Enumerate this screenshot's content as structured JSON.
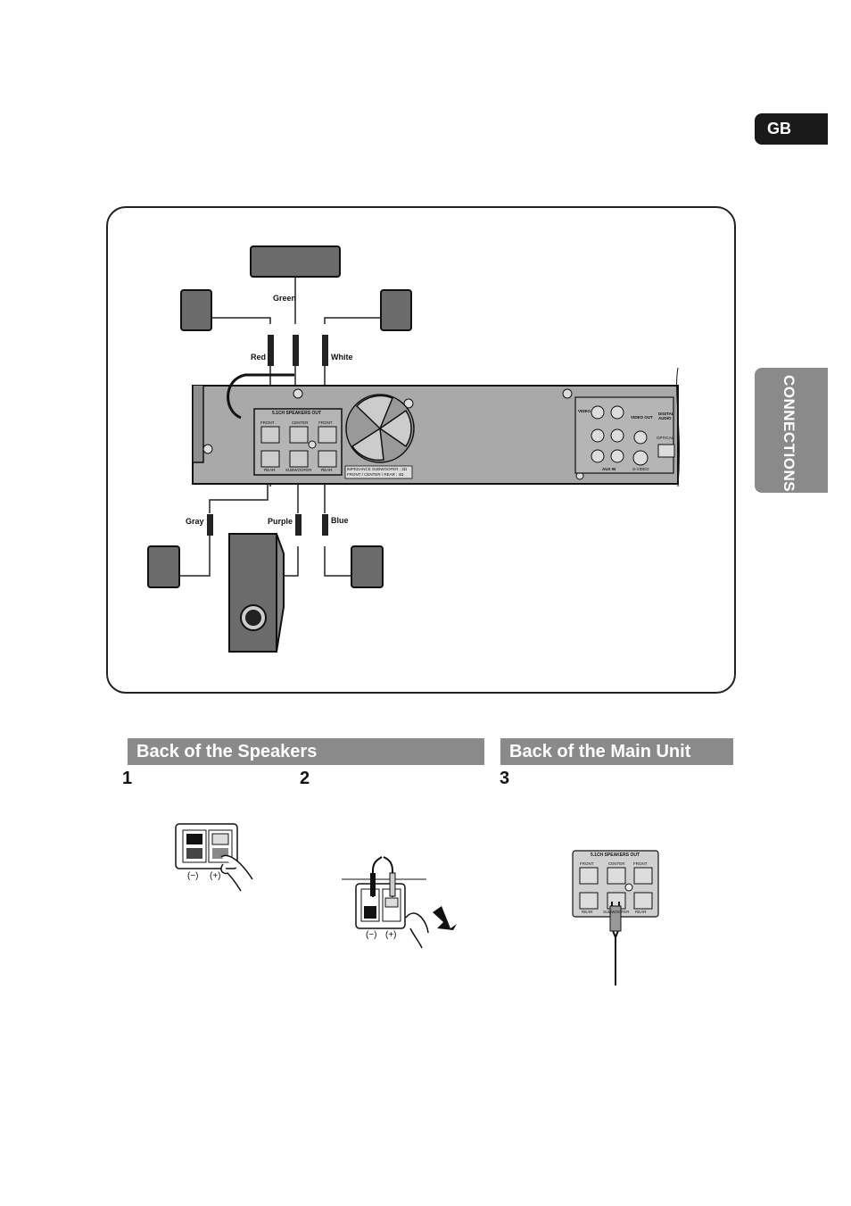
{
  "tabs": {
    "language": "GB",
    "section": "CONNECTIONS"
  },
  "wires": {
    "green": "Green",
    "red": "Red",
    "white": "White",
    "gray": "Gray",
    "purple": "Purple",
    "blue": "Blue"
  },
  "unit_panel": {
    "speakers_out": "5.1CH SPEAKERS OUT",
    "front_l": "FRONT",
    "center": "CENTER",
    "front_r": "FRONT",
    "rear_l": "REAR",
    "subwoofer": "SUBWOOFER",
    "rear_r": "REAR",
    "impedance_1": "IMPEDANCE  SUBWOOFER : 3Ω",
    "impedance_2": "FRONT / CENTER / REAR : 4Ω",
    "video_out": "VIDEO OUT",
    "digital_audio": "DIGITAL AUDIO",
    "optical": "OPTICAL",
    "aux_in": "AUX IN",
    "s_video": "S-VIDEO",
    "video": "VIDEO"
  },
  "sections": {
    "speakers_title": "Back of the Speakers",
    "main_unit_title": "Back of the Main Unit"
  },
  "steps": [
    "1",
    "2",
    "3"
  ],
  "terminal_labels": {
    "minus": "(−)",
    "plus": "(+)"
  },
  "mini_panel": {
    "title": "5.1CH SPEAKERS OUT",
    "front_l": "FRONT",
    "center": "CENTER",
    "front_r": "FRONT",
    "rear_l": "REAR",
    "sub": "SUBWOOFER",
    "rear_r": "REAR"
  }
}
